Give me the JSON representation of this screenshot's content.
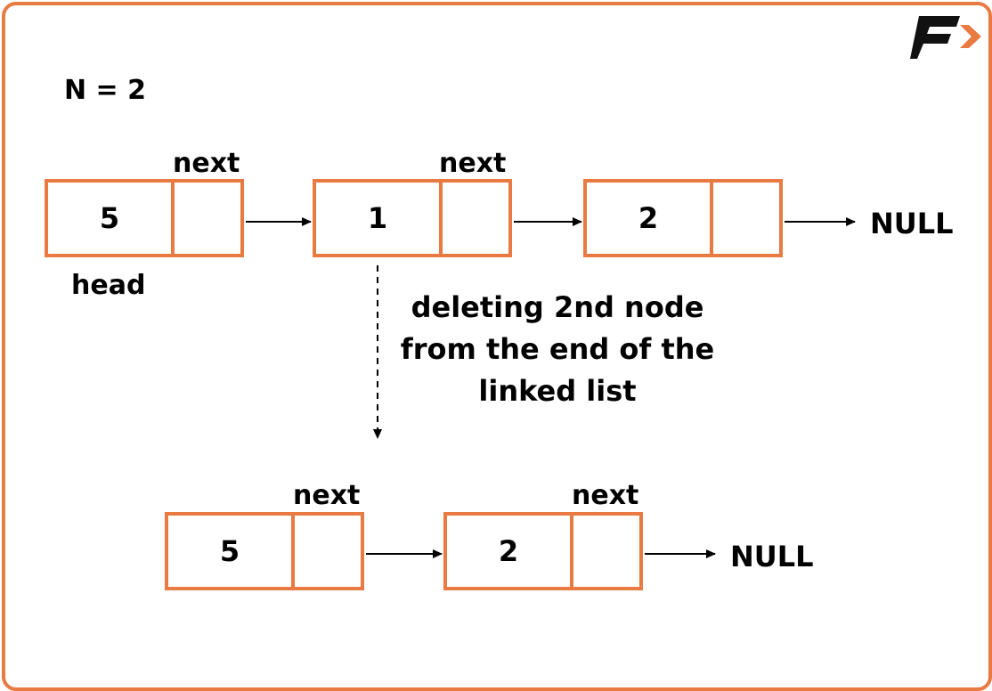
{
  "n_label": "N = 2",
  "ptr_label": "next",
  "head_label": "head",
  "null_label": "NULL",
  "caption": "deleting 2nd node from the end of the linked list",
  "accent_color": "#e87a42",
  "logo": {
    "icon": "brand-f-logo-icon",
    "letter": "F"
  },
  "before_list": [
    {
      "value": "5"
    },
    {
      "value": "1"
    },
    {
      "value": "2"
    }
  ],
  "after_list": [
    {
      "value": "5"
    },
    {
      "value": "2"
    }
  ]
}
